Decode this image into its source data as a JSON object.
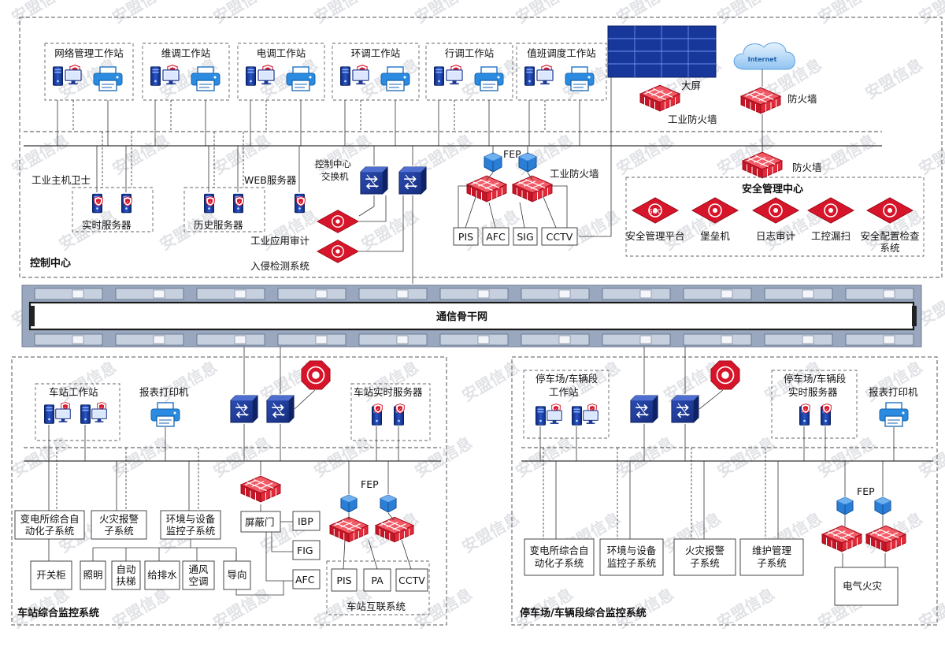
{
  "control_center": {
    "title": "控制中心",
    "workstations": [
      "网络管理工作站",
      "维调工作站",
      "电调工作站",
      "环调工作站",
      "行调工作站",
      "值班调度工作站"
    ],
    "big_screen": "大屏",
    "industrial_firewall_top": "工业防火墙",
    "firewall_internet": "防火墙",
    "internet": "Internet",
    "firewall_2": "防火墙",
    "host_guard": "工业主机卫士",
    "web_server": "WEB服务器",
    "realtime_server": "实时服务器",
    "history_server": "历史服务器",
    "switch": "控制中心\n交换机",
    "audit": "工业应用审计",
    "ids": "入侵检测系统",
    "fep": "FEP",
    "industrial_firewall": "工业防火墙",
    "subsystems": [
      "PIS",
      "AFC",
      "SIG",
      "CCTV"
    ]
  },
  "security_center": {
    "title": "安全管理中心",
    "items": [
      "安全管理平台",
      "堡垒机",
      "日志审计",
      "工控漏扫",
      "安全配置检查\n系统"
    ],
    "soc_icon_text": "SOC"
  },
  "backbone": {
    "label": "通信骨干网"
  },
  "station": {
    "title": "车站综合监控系统",
    "workstation": "车站工作站",
    "report_printer": "报表打印机",
    "realtime_server": "车站实时服务器",
    "fep": "FEP",
    "subsystems": [
      "变电所综合自\n动化子系统",
      "火灾报警\n子系统",
      "环境与设备\n监控子系统"
    ],
    "psd": "屏蔽门",
    "ibp": "IBP",
    "fig": "FIG",
    "afc": "AFC",
    "leaf": [
      "开关柜",
      "照明",
      "自动\n扶梯",
      "给排水",
      "通风\n空调",
      "导向"
    ],
    "interconnect": [
      "PIS",
      "PA",
      "CCTV"
    ],
    "interconnect_label": "车站互联系统"
  },
  "depot": {
    "title": "停车场/车辆段综合监控系统",
    "workstation": "停车场/车辆段\n工作站",
    "realtime_server": "停车场/车辆段\n实时服务器",
    "report_printer": "报表打印机",
    "fep": "FEP",
    "subsystems": [
      "变电所综合自\n动化子系统",
      "环境与设备\n监控子系统",
      "火灾报警\n子系统",
      "维护管理\n子系统"
    ],
    "electric_fire": "电气火灾"
  },
  "watermark": "安盟信息",
  "colors": {
    "accent_red": "#d7152a",
    "switch_blue": "#1f3a93",
    "screen_blue": "#1a3aa0",
    "backbone_frame": "#8c9db6"
  }
}
